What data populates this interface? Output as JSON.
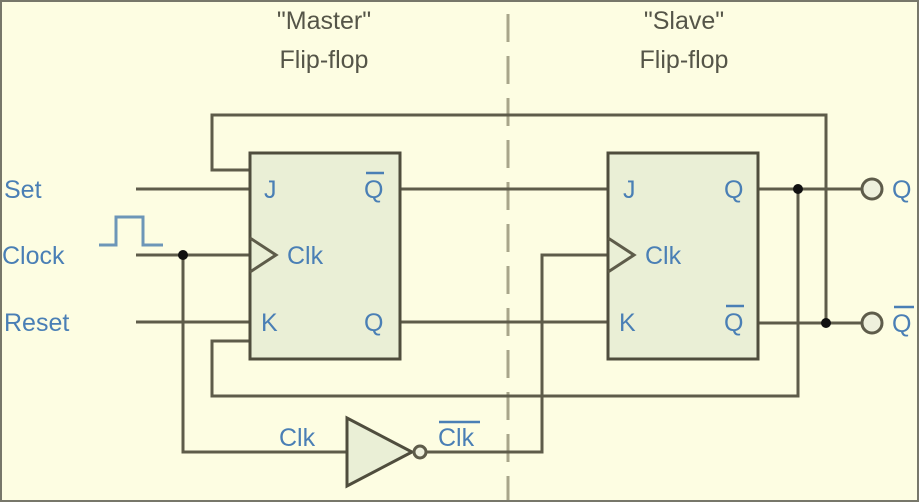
{
  "titles": {
    "master_line1": "\"Master\"",
    "master_line2": "Flip-flop",
    "slave_line1": "\"Slave\"",
    "slave_line2": "Flip-flop"
  },
  "inputs": {
    "set": "Set",
    "clock": "Clock",
    "reset": "Reset"
  },
  "master": {
    "j": "J",
    "clk": "Clk",
    "k": "K",
    "q_bar": "Q",
    "q": "Q"
  },
  "slave": {
    "j": "J",
    "clk": "Clk",
    "k": "K",
    "q": "Q",
    "q_bar": "Q"
  },
  "inverter": {
    "in_label": "Clk",
    "out_label": "Clk"
  },
  "outputs": {
    "q": "Q",
    "q_bar": "Q"
  },
  "colors": {
    "background": "#fdfde2",
    "box_fill": "#eaefd6",
    "wire": "#5e5c4a",
    "label": "#4a7fb5",
    "title": "#555548"
  }
}
